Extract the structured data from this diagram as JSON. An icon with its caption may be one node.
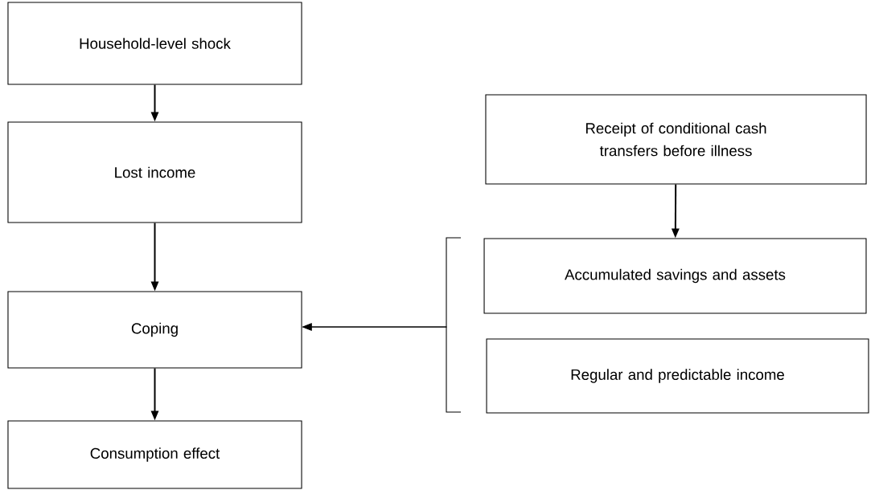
{
  "diagram": {
    "nodes": [
      {
        "text": [
          "Household-level shock"
        ]
      },
      {
        "text": [
          "Lost income"
        ]
      },
      {
        "text": [
          "Coping"
        ]
      },
      {
        "text": [
          "Consumption effect"
        ]
      },
      {
        "text": [
          "Receipt of conditional cash transfers before illness"
        ]
      },
      {
        "text": [
          "Accumulated savings and assets"
        ]
      },
      {
        "text": [
          "Regular and predictable income"
        ]
      }
    ],
    "edges": [
      {
        "from": 0,
        "to": 1,
        "arrow": "to"
      },
      {
        "from": 1,
        "to": 2,
        "arrow": "to"
      },
      {
        "from": 2,
        "to": 3,
        "arrow": "to"
      },
      {
        "from": 4,
        "to": 5,
        "arrow": "to"
      },
      {
        "from": 5,
        "to": 2,
        "arrow": "to"
      },
      {
        "from": 6,
        "to": 2,
        "arrow": "to"
      }
    ]
  }
}
